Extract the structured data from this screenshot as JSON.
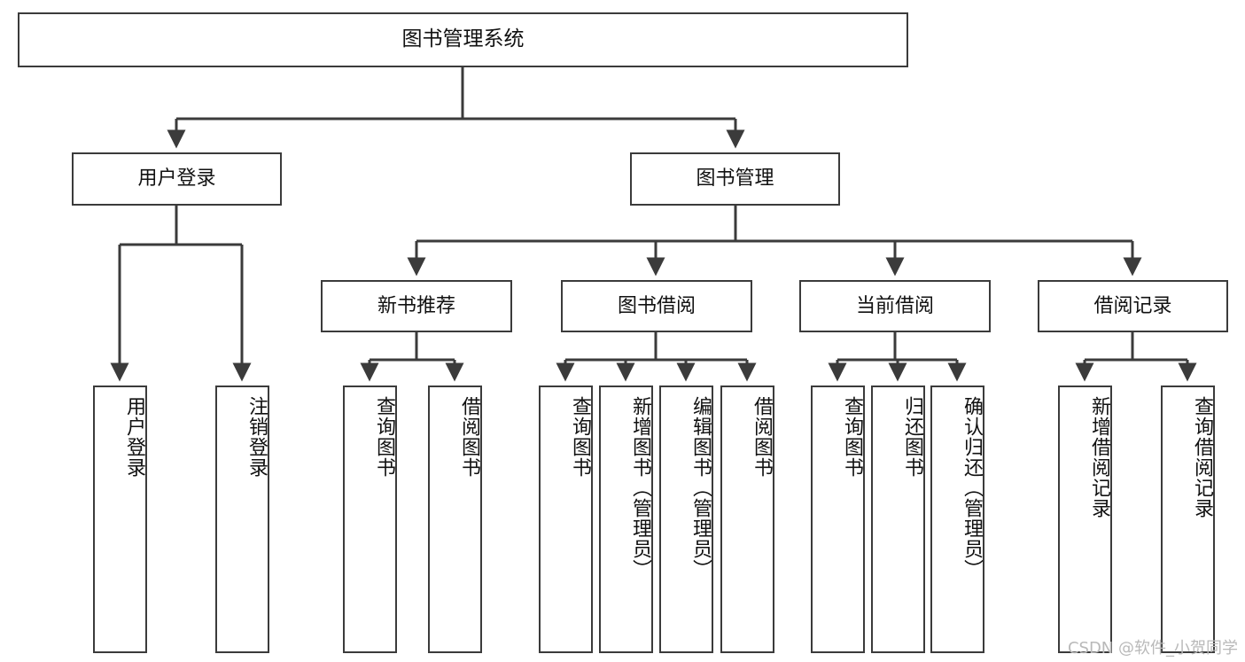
{
  "diagram": {
    "title": "图书管理系统",
    "type": "tree",
    "watermark": "CSDN @软件_小贺同学",
    "colors": {
      "stroke": "#3b3b3b",
      "fill": "#ffffff",
      "text": "#111111",
      "watermark": "#b9b9b9"
    },
    "root": {
      "label": "图书管理系统"
    },
    "level2": [
      {
        "label": "用户登录"
      },
      {
        "label": "图书管理"
      }
    ],
    "level3": [
      {
        "label": "新书推荐"
      },
      {
        "label": "图书借阅"
      },
      {
        "label": "当前借阅"
      },
      {
        "label": "借阅记录"
      }
    ],
    "leaves": {
      "user_login": [
        {
          "label": "用户登录"
        },
        {
          "label": "注销登录"
        }
      ],
      "new_book_recommend": [
        {
          "label": "查询图书"
        },
        {
          "label": "借阅图书"
        }
      ],
      "book_borrow": [
        {
          "label": "查询图书"
        },
        {
          "label": "新增图书（管理员）"
        },
        {
          "label": "编辑图书（管理员）"
        },
        {
          "label": "借阅图书"
        }
      ],
      "current_borrow": [
        {
          "label": "查询图书"
        },
        {
          "label": "归还图书"
        },
        {
          "label": "确认归还（管理员）"
        }
      ],
      "borrow_record": [
        {
          "label": "新增借阅记录"
        },
        {
          "label": "查询借阅记录"
        }
      ]
    }
  }
}
